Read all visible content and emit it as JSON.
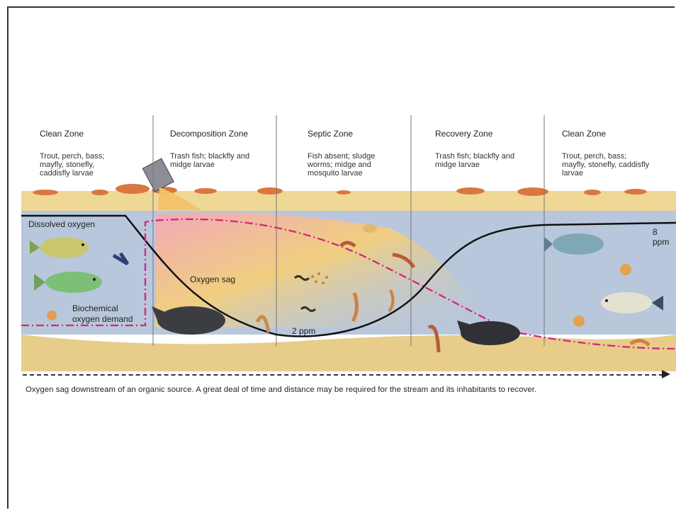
{
  "zones": [
    {
      "title": "Clean Zone",
      "desc": [
        "Trout, perch, bass;",
        "mayfly, stonefly,",
        "caddisfly larvae"
      ]
    },
    {
      "title": "Decomposition Zone",
      "desc": [
        "Trash fish; blackfly and",
        "midge larvae"
      ]
    },
    {
      "title": "Septic Zone",
      "desc": [
        "Fish absent; sludge",
        "worms; midge and",
        "mosquito larvae"
      ]
    },
    {
      "title": "Recovery Zone",
      "desc": [
        "Trash fish; blackfly and",
        "midge larvae"
      ]
    },
    {
      "title": "Clean Zone",
      "desc": [
        "Trout, perch, bass;",
        "mayfly, stonefly, caddisfly",
        "larvae"
      ]
    }
  ],
  "labels": {
    "dissolved_oxygen": "Dissolved oxygen",
    "oxygen_sag": "Oxygen sag",
    "bod_line1": "Biochemical",
    "bod_line2": "oxygen demand",
    "low_ppm": "2 ppm",
    "high_ppm": "8 ppm"
  },
  "caption": "Oxygen sag downstream of an organic source. A great deal of time and distance may be required for the stream and its inhabitants to recover.",
  "colors": {
    "water": "#b9c7dc",
    "sediment": "#e8cc8a",
    "bank": "#efd796",
    "rock": "#d8773f",
    "oxygen_line": "#111111",
    "bod_line": "#d3277a",
    "pollution": "#f1c36b"
  }
}
